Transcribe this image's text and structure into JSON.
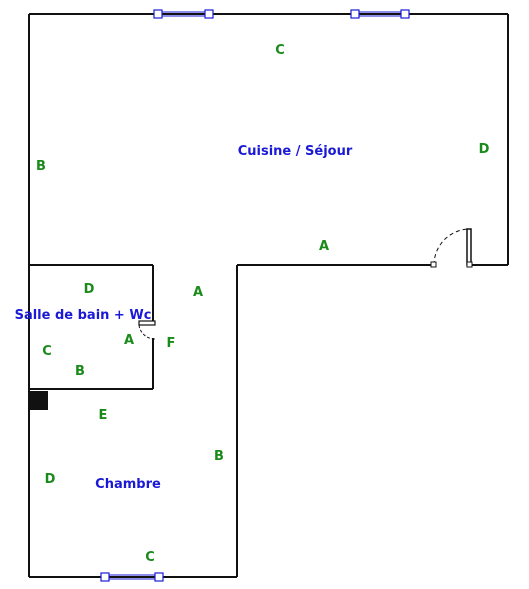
{
  "rooms": [
    {
      "id": "sejour",
      "label": "Cuisine / Séjour"
    },
    {
      "id": "sdb",
      "label": "Salle de bain + Wc"
    },
    {
      "id": "chambre",
      "label": "Chambre"
    }
  ],
  "wall_letters": {
    "sejour_top": "C",
    "sejour_left": "B",
    "sejour_right": "D",
    "sejour_bottom": "A",
    "hall": "A",
    "sdb_top": "D",
    "sdb_left": "C",
    "sdb_right": "A",
    "sdb_bottom": "B",
    "door_leaf": "F",
    "chambre_top": "E",
    "chambre_left": "D",
    "chambre_right": "B",
    "chambre_bottom": "C"
  },
  "colors": {
    "wall": "#111111",
    "window": "#1a1ad6",
    "room_label": "#1a1ad6",
    "wall_letter": "#1a8a1a"
  }
}
